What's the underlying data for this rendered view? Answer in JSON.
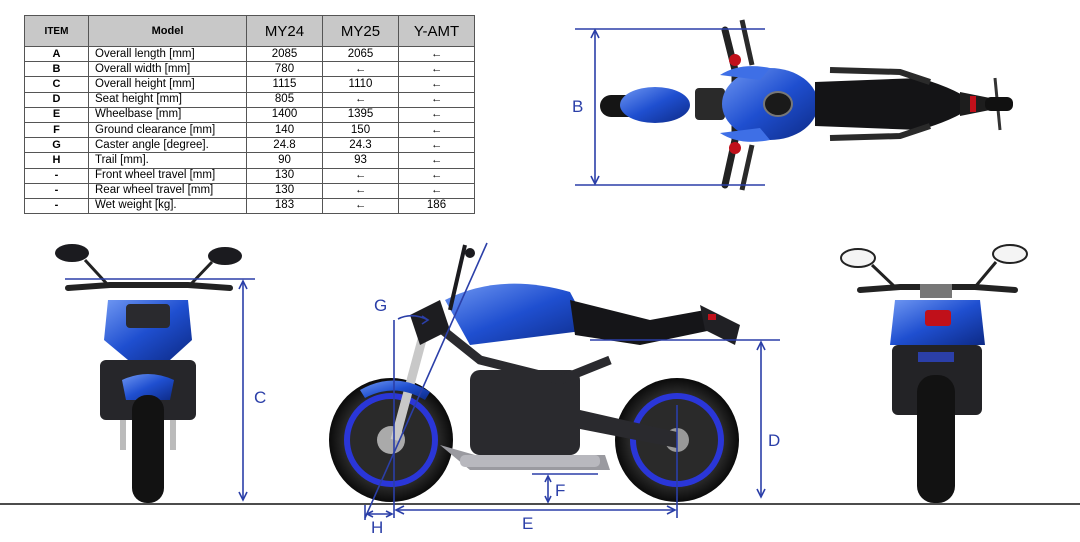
{
  "spec_table": {
    "headers": {
      "item": "ITEM",
      "model": "Model",
      "my24": "MY24",
      "my25": "MY25",
      "yamt": "Y-AMT"
    },
    "rows": [
      {
        "item": "A",
        "model": "Overall length [mm]",
        "my24": "2085",
        "my25": "2065",
        "yamt": "←"
      },
      {
        "item": "B",
        "model": "Overall width [mm]",
        "my24": "780",
        "my25": "←",
        "yamt": "←"
      },
      {
        "item": "C",
        "model": "Overall height [mm]",
        "my24": "1115",
        "my25": "1110",
        "yamt": "←"
      },
      {
        "item": "D",
        "model": "Seat height [mm]",
        "my24": "805",
        "my25": "←",
        "yamt": "←"
      },
      {
        "item": "E",
        "model": "Wheelbase [mm]",
        "my24": "1400",
        "my25": "1395",
        "yamt": "←"
      },
      {
        "item": "F",
        "model": "Ground clearance [mm]",
        "my24": "140",
        "my25": "150",
        "yamt": "←"
      },
      {
        "item": "G",
        "model": "Caster angle [degree].",
        "my24": "24.8",
        "my25": "24.3",
        "yamt": "←"
      },
      {
        "item": "H",
        "model": "Trail [mm].",
        "my24": "90",
        "my25": "93",
        "yamt": "←"
      },
      {
        "item": "-",
        "model": "Front wheel travel [mm]",
        "my24": "130",
        "my25": "←",
        "yamt": "←"
      },
      {
        "item": "-",
        "model": "Rear wheel travel [mm]",
        "my24": "130",
        "my25": "←",
        "yamt": "←"
      },
      {
        "item": "-",
        "model": "Wet weight [kg].",
        "my24": "183",
        "my25": "←",
        "yamt": "186"
      }
    ]
  },
  "dimension_labels": {
    "b": "B",
    "c": "C",
    "d": "D",
    "e": "E",
    "f": "F",
    "g": "G",
    "h": "H"
  },
  "colors": {
    "dimension": "#2b3fa8",
    "bike_blue": "#1f4fd0",
    "bike_dark": "#1b1b1f"
  }
}
